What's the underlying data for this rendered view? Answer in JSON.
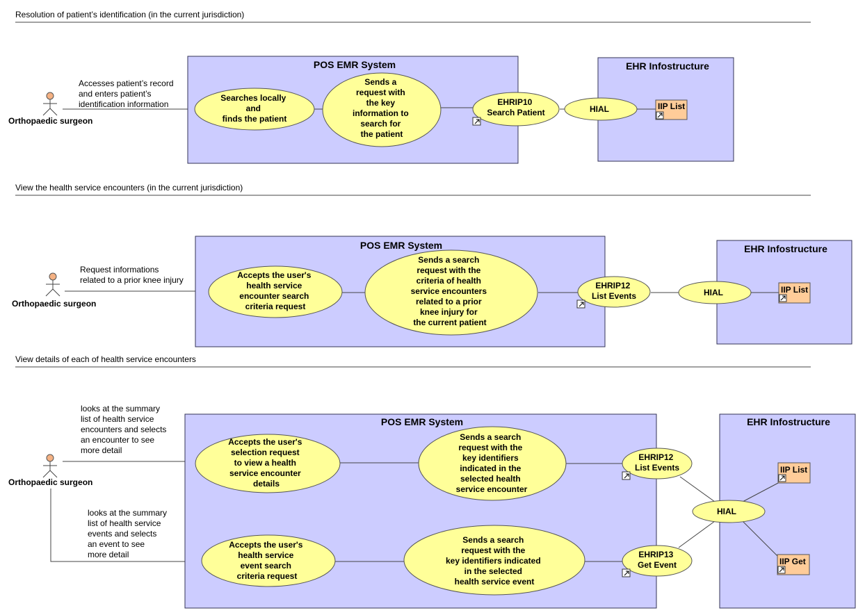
{
  "sections": [
    {
      "title": "Resolution of patient’s identification (in the current jurisdiction)"
    },
    {
      "title": "View the health service encounters (in the current jurisdiction)"
    },
    {
      "title": "View details of each of health service encounters"
    }
  ],
  "actor_label": "Orthopaedic surgeon",
  "system_title": "POS EMR System",
  "ehr_title": "EHR Infostructure",
  "hial_label": "HIAL",
  "notes": {
    "s1": [
      "Accesses patient’s record",
      "and enters patient’s",
      "identification information"
    ],
    "s2": [
      "Request informations",
      "related to a prior knee  injury"
    ],
    "s3a": [
      "looks at the summary",
      "list of health service",
      "encounters and selects",
      "an encounter to see",
      "more detail"
    ],
    "s3b": [
      "looks at the summary",
      "list of health service",
      "events and selects",
      "an event to see",
      "more detail"
    ]
  },
  "use_cases": {
    "s1_local": [
      "Searches locally",
      "and",
      "finds the patient"
    ],
    "s1_request": [
      "Sends a",
      "request with",
      "the key",
      "information to",
      "search for",
      "the patient"
    ],
    "s1_ehrip": [
      "EHRIP10",
      "Search Patient"
    ],
    "s2_accept": [
      "Accepts the user's",
      "health service",
      "encounter search",
      "criteria request"
    ],
    "s2_request": [
      "Sends a search",
      "request with the",
      "criteria of health",
      "service encounters",
      "related to a prior",
      "knee injury for",
      "the current patient"
    ],
    "s2_ehrip": [
      "EHRIP12",
      "List Events"
    ],
    "s3_accept_a": [
      "Accepts the user's",
      "selection request",
      "to view a health",
      "service encounter",
      "details"
    ],
    "s3_request_a": [
      "Sends a search",
      "request with the",
      "key identifiers",
      "indicated in the",
      "selected health",
      "service encounter"
    ],
    "s3_ehrip_a": [
      "EHRIP12",
      "List Events"
    ],
    "s3_accept_b": [
      "Accepts the user's",
      "health service",
      "event search",
      "criteria request"
    ],
    "s3_request_b": [
      "Sends a search",
      "request with the",
      "key identifiers indicated",
      "in the selected",
      "health service event"
    ],
    "s3_ehrip_b": [
      "EHRIP13",
      "Get Event"
    ]
  },
  "artifacts": {
    "iip_list": "IIP List",
    "iip_get": "IIP Get"
  },
  "colors": {
    "system_fill": "#ccccff",
    "usecase_fill": "#ffff99",
    "artifact_fill": "#ffcc99",
    "actor_head": "#f4b183"
  }
}
